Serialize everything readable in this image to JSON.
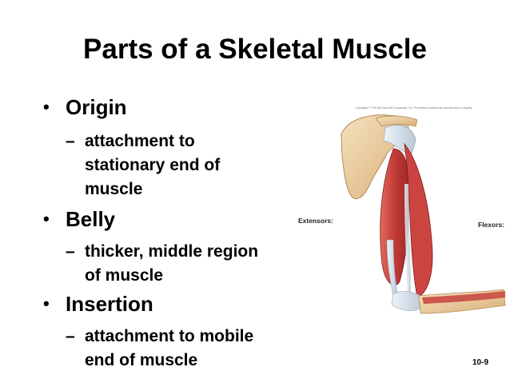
{
  "slide": {
    "title": "Parts of a Skeletal Muscle",
    "bullets": [
      {
        "label": "Origin",
        "sub": [
          "attachment to",
          "stationary end of",
          "muscle"
        ]
      },
      {
        "label": "Belly",
        "sub": [
          "thicker, middle region",
          "of muscle"
        ]
      },
      {
        "label": "Insertion",
        "sub": [
          "attachment to mobile",
          "end of muscle"
        ]
      }
    ],
    "bullet_glyph": "•",
    "sub_glyph": "–",
    "page_number": "10-9"
  },
  "figure": {
    "copyright": "Copyright © The McGraw-Hill Companies, Inc. Permission required for reproduction or display.",
    "label_left": "Extensors:",
    "label_right": "Flexors:",
    "colors": {
      "muscle": "#c23a36",
      "muscle_light": "#e36b5d",
      "tendon": "#cfdbe6",
      "bone": "#eed5ac"
    }
  }
}
